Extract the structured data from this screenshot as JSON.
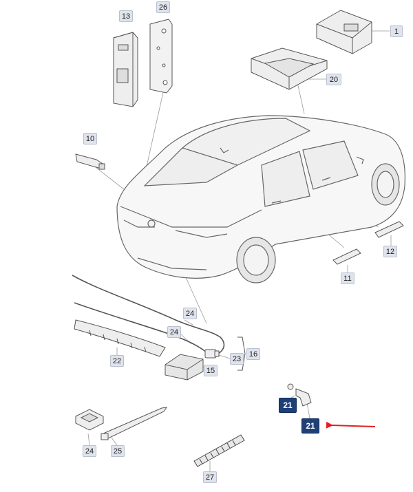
{
  "colors": {
    "outline": "#555555",
    "part_fill": "#eeeeee",
    "leader": "#9a9a9a",
    "callout_bg": "#dfe3ec",
    "callout_highlight_bg": "#1f3f78",
    "arrow": "#e02020"
  },
  "callouts": {
    "c13": "13",
    "c26": "26",
    "c1": "1",
    "c20": "20",
    "c10": "10",
    "c12": "12",
    "c11": "11",
    "c24a": "24",
    "c24b": "24",
    "c16": "16",
    "c23": "23",
    "c22": "22",
    "c15": "15",
    "c21a": "21",
    "c21b": "21",
    "c24c": "24",
    "c25": "25",
    "c27": "27"
  }
}
